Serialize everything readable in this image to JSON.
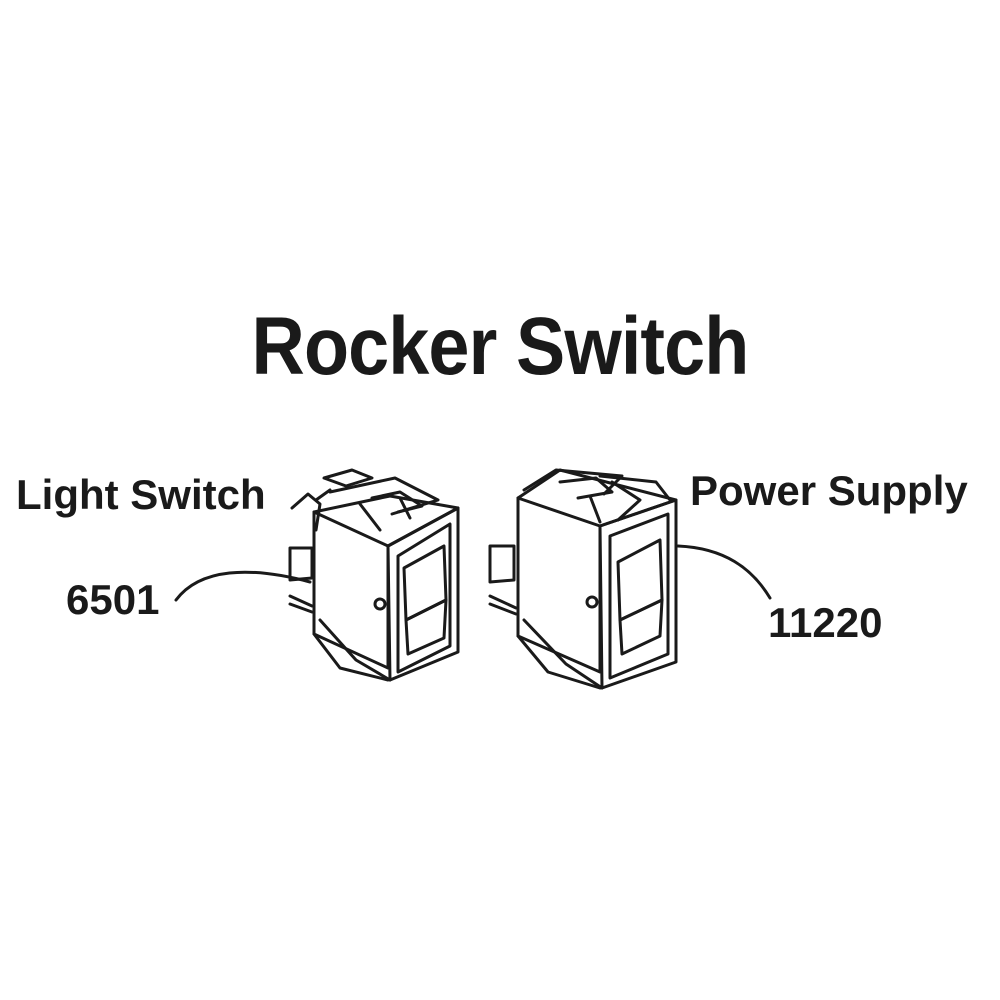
{
  "diagram": {
    "title": "Rocker Switch",
    "parts": [
      {
        "name": "Light Switch",
        "number": "6501"
      },
      {
        "name": "Power Supply",
        "number": "11220"
      }
    ],
    "line_color": "#1a1a1a"
  }
}
